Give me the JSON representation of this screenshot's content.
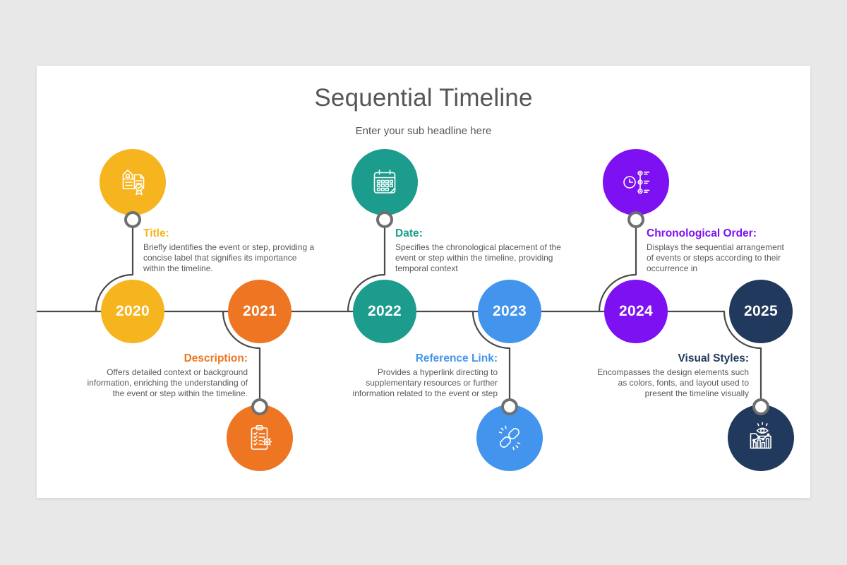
{
  "header": {
    "title": "Sequential Timeline",
    "subtitle": "Enter your sub headline here"
  },
  "milestones": [
    {
      "year": "2020",
      "color": "#F6B51E",
      "icon": "certificate-badge-icon",
      "label": "Title:",
      "description": "Briefly identifies the event or step, providing a concise label that signifies its importance within the timeline."
    },
    {
      "year": "2021",
      "color": "#EE7623",
      "icon": "clipboard-checklist-gear-icon",
      "label": "Description:",
      "description": "Offers detailed context or background information, enriching the understanding of the event or step within the timeline."
    },
    {
      "year": "2022",
      "color": "#1C9C8C",
      "icon": "calendar-icon",
      "label": "Date:",
      "description": "Specifies the chronological placement of the event or step within the timeline, providing temporal context"
    },
    {
      "year": "2023",
      "color": "#4294EC",
      "icon": "chain-link-icon",
      "label": "Reference Link:",
      "description": "Provides a hyperlink directing to supplementary resources or further information related to the event or step"
    },
    {
      "year": "2024",
      "color": "#7D11F2",
      "icon": "clock-sequence-icon",
      "label": "Chronological Order:",
      "description": "Displays the sequential arrangement of events or steps according to their occurrence in"
    },
    {
      "year": "2025",
      "color": "#20395C",
      "icon": "folder-analytics-eye-icon",
      "label": "Visual Styles:",
      "description": "Encompasses the design elements such as colors, fonts, and layout used to present the timeline visually"
    }
  ],
  "style": {
    "background": "#E8E8E9",
    "card_background": "#FFFFFF",
    "heading_color": "#55565A",
    "body_text_color": "#58595C",
    "connector_color": "#4A4A4B",
    "ring_color": "#6E6F71"
  }
}
